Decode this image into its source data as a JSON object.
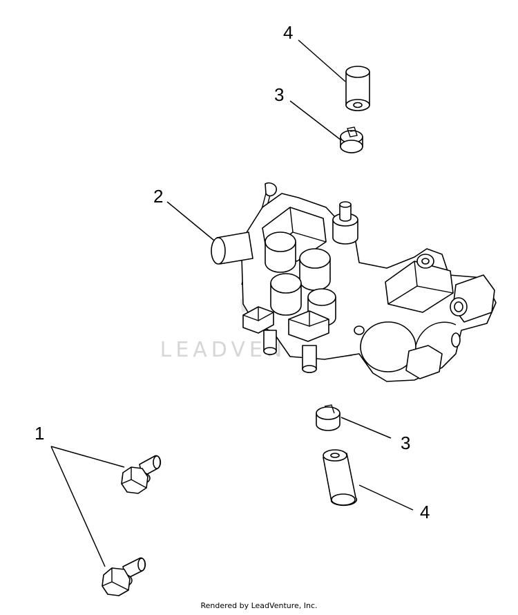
{
  "watermark": "LEADVENTURE",
  "footer": "Rendered by LeadVenture, Inc.",
  "callouts": {
    "bolt": "1",
    "carburetor": "2",
    "clamp_top": "3",
    "clamp_bottom": "3",
    "hose_top": "4",
    "hose_bottom": "4"
  },
  "colors": {
    "line": "#000000",
    "background": "#ffffff",
    "watermark": "#d6d6d6"
  }
}
